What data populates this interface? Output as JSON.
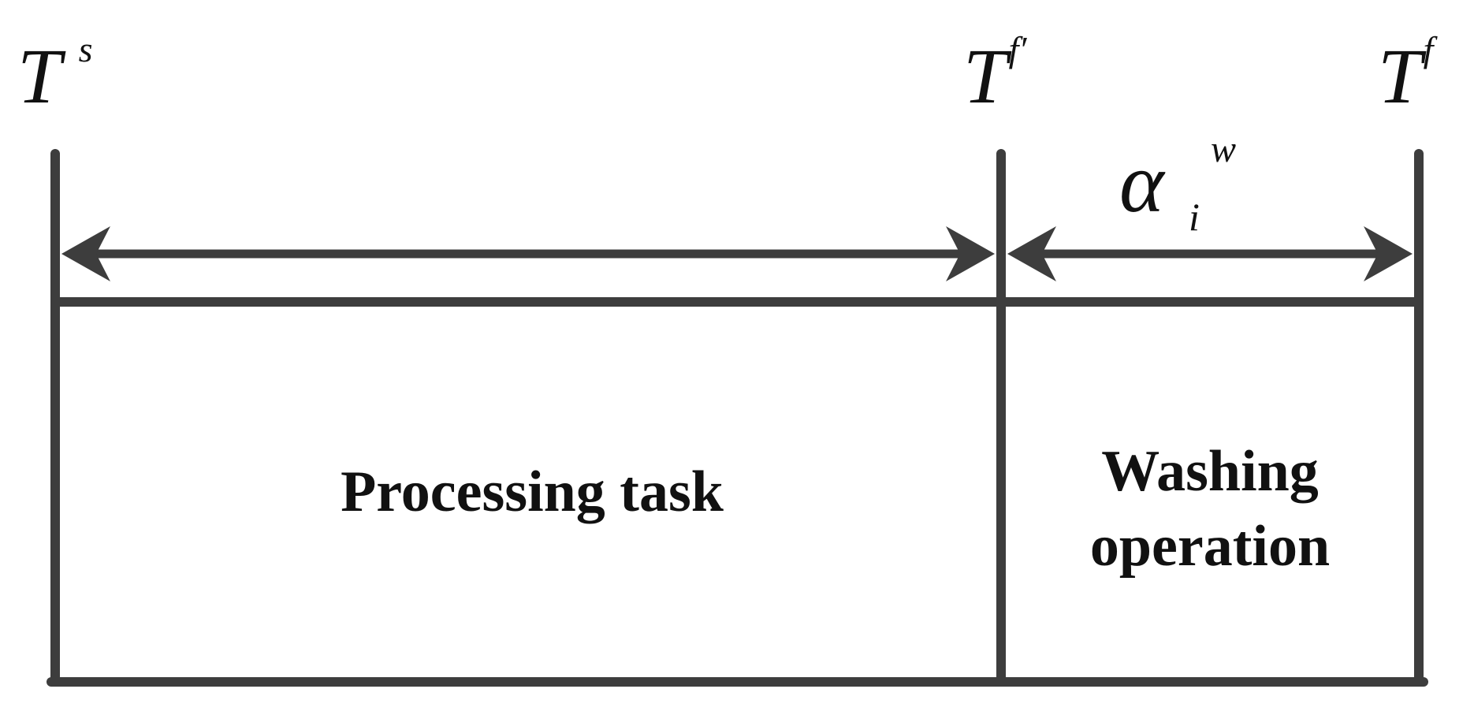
{
  "markers": [
    {
      "id": "start",
      "base": "T",
      "sup": "s"
    },
    {
      "id": "task-end",
      "base": "T",
      "sup": "f′"
    },
    {
      "id": "finish",
      "base": "T",
      "sup": "f"
    }
  ],
  "interval_label": {
    "base": "α",
    "sub": "i",
    "sup": "w"
  },
  "segments": {
    "processing": {
      "label": "Processing task"
    },
    "washing": {
      "label_line1": "Washing",
      "label_line2": "operation"
    }
  },
  "colors": {
    "line": "#3d3d3d",
    "text": "#111111",
    "background": "#ffffff"
  }
}
